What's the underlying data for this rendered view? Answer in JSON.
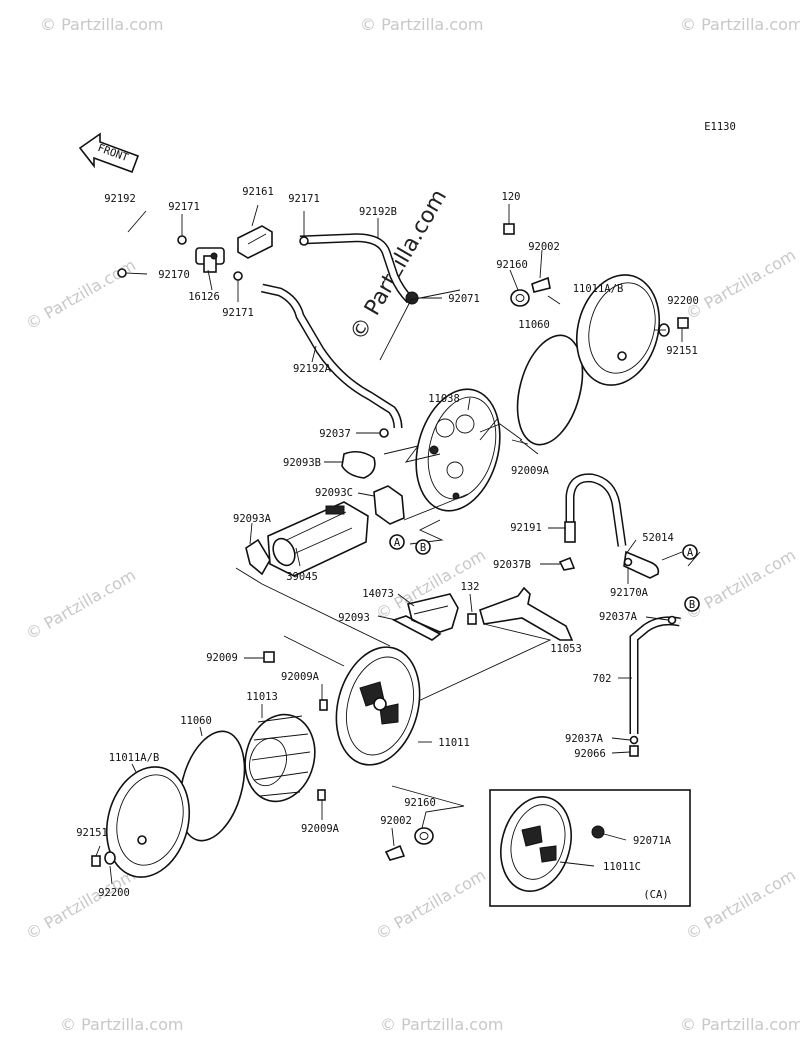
{
  "diagram_code": "E1130",
  "front_label": "FRONT",
  "watermark": "© Partzilla.com",
  "inset_label": "(CA)",
  "labels": {
    "p92192": "92192",
    "p92171a": "92171",
    "p92161": "92161",
    "p92171b": "92171",
    "p92192b": "92192B",
    "p120": "120",
    "p92170": "92170",
    "p16126": "16126",
    "p92171c": "92171",
    "p92002a": "92002",
    "p92160a": "92160",
    "p92071": "92071",
    "p11011ab_top": "11011A/B",
    "p92200a": "92200",
    "p92151a": "92151",
    "p11060a": "11060",
    "p92192a": "92192A",
    "p11038": "11038",
    "p92037": "92037",
    "p92093b": "92093B",
    "p92009a_top": "92009A",
    "p92093c": "92093C",
    "p92093a": "92093A",
    "p92191": "92191",
    "p52014": "52014",
    "p92037b": "92037B",
    "p39045": "39045",
    "p92170a": "92170A",
    "p14073": "14073",
    "p132": "132",
    "p92093": "92093",
    "p92037a_top": "92037A",
    "p11053": "11053",
    "p92009": "92009",
    "p92009a_mid": "92009A",
    "p702": "702",
    "p11013": "11013",
    "p11060b": "11060",
    "p11011": "11011",
    "p92037a_bot": "92037A",
    "p92066": "92066",
    "p11011ab_bot": "11011A/B",
    "p92009a_bot": "92009A",
    "p92160b": "92160",
    "p92002b": "92002",
    "p92071a": "92071A",
    "p11011c": "11011C",
    "p92151b": "92151",
    "p92200b": "92200"
  },
  "connectors": {
    "a": "A",
    "b": "B"
  }
}
